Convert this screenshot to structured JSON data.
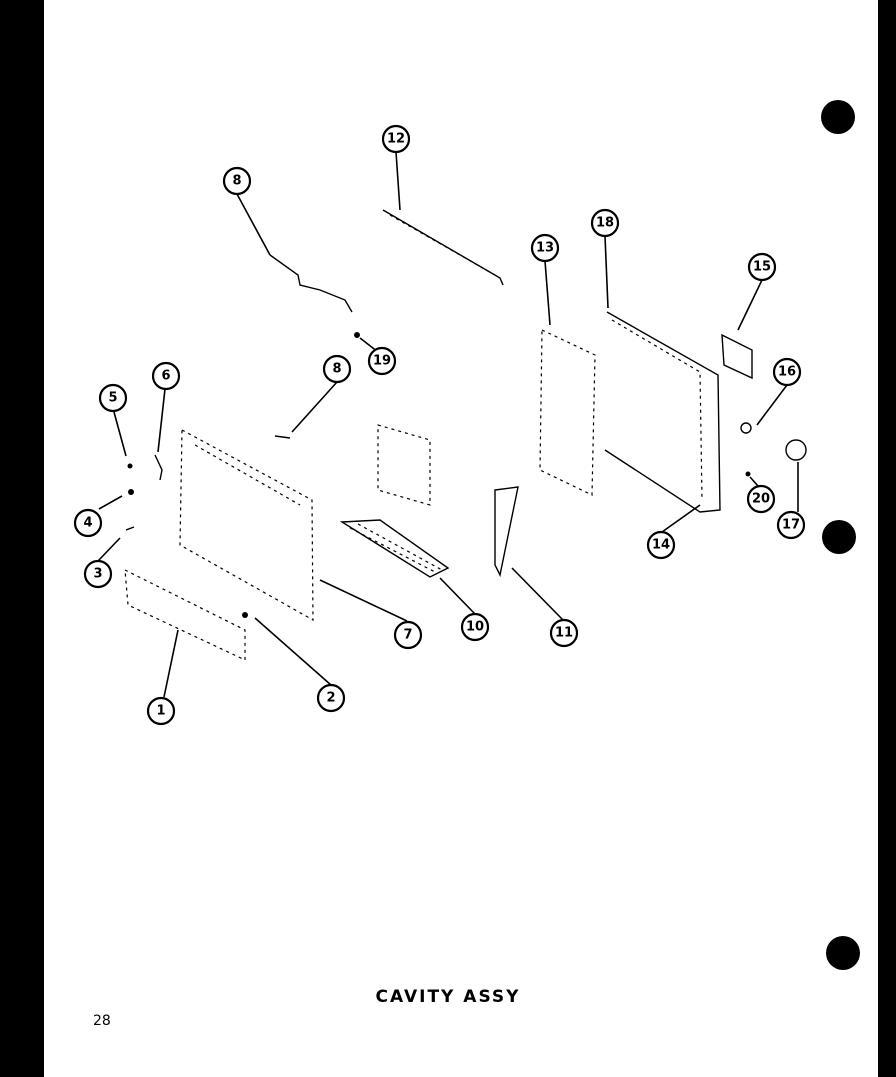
{
  "title": "CAVITY ASSY",
  "page_number": "28",
  "callouts": [
    "1",
    "2",
    "3",
    "4",
    "5",
    "6",
    "7",
    "8",
    "8",
    "10",
    "11",
    "12",
    "13",
    "14",
    "15",
    "16",
    "17",
    "18",
    "19",
    "20"
  ]
}
